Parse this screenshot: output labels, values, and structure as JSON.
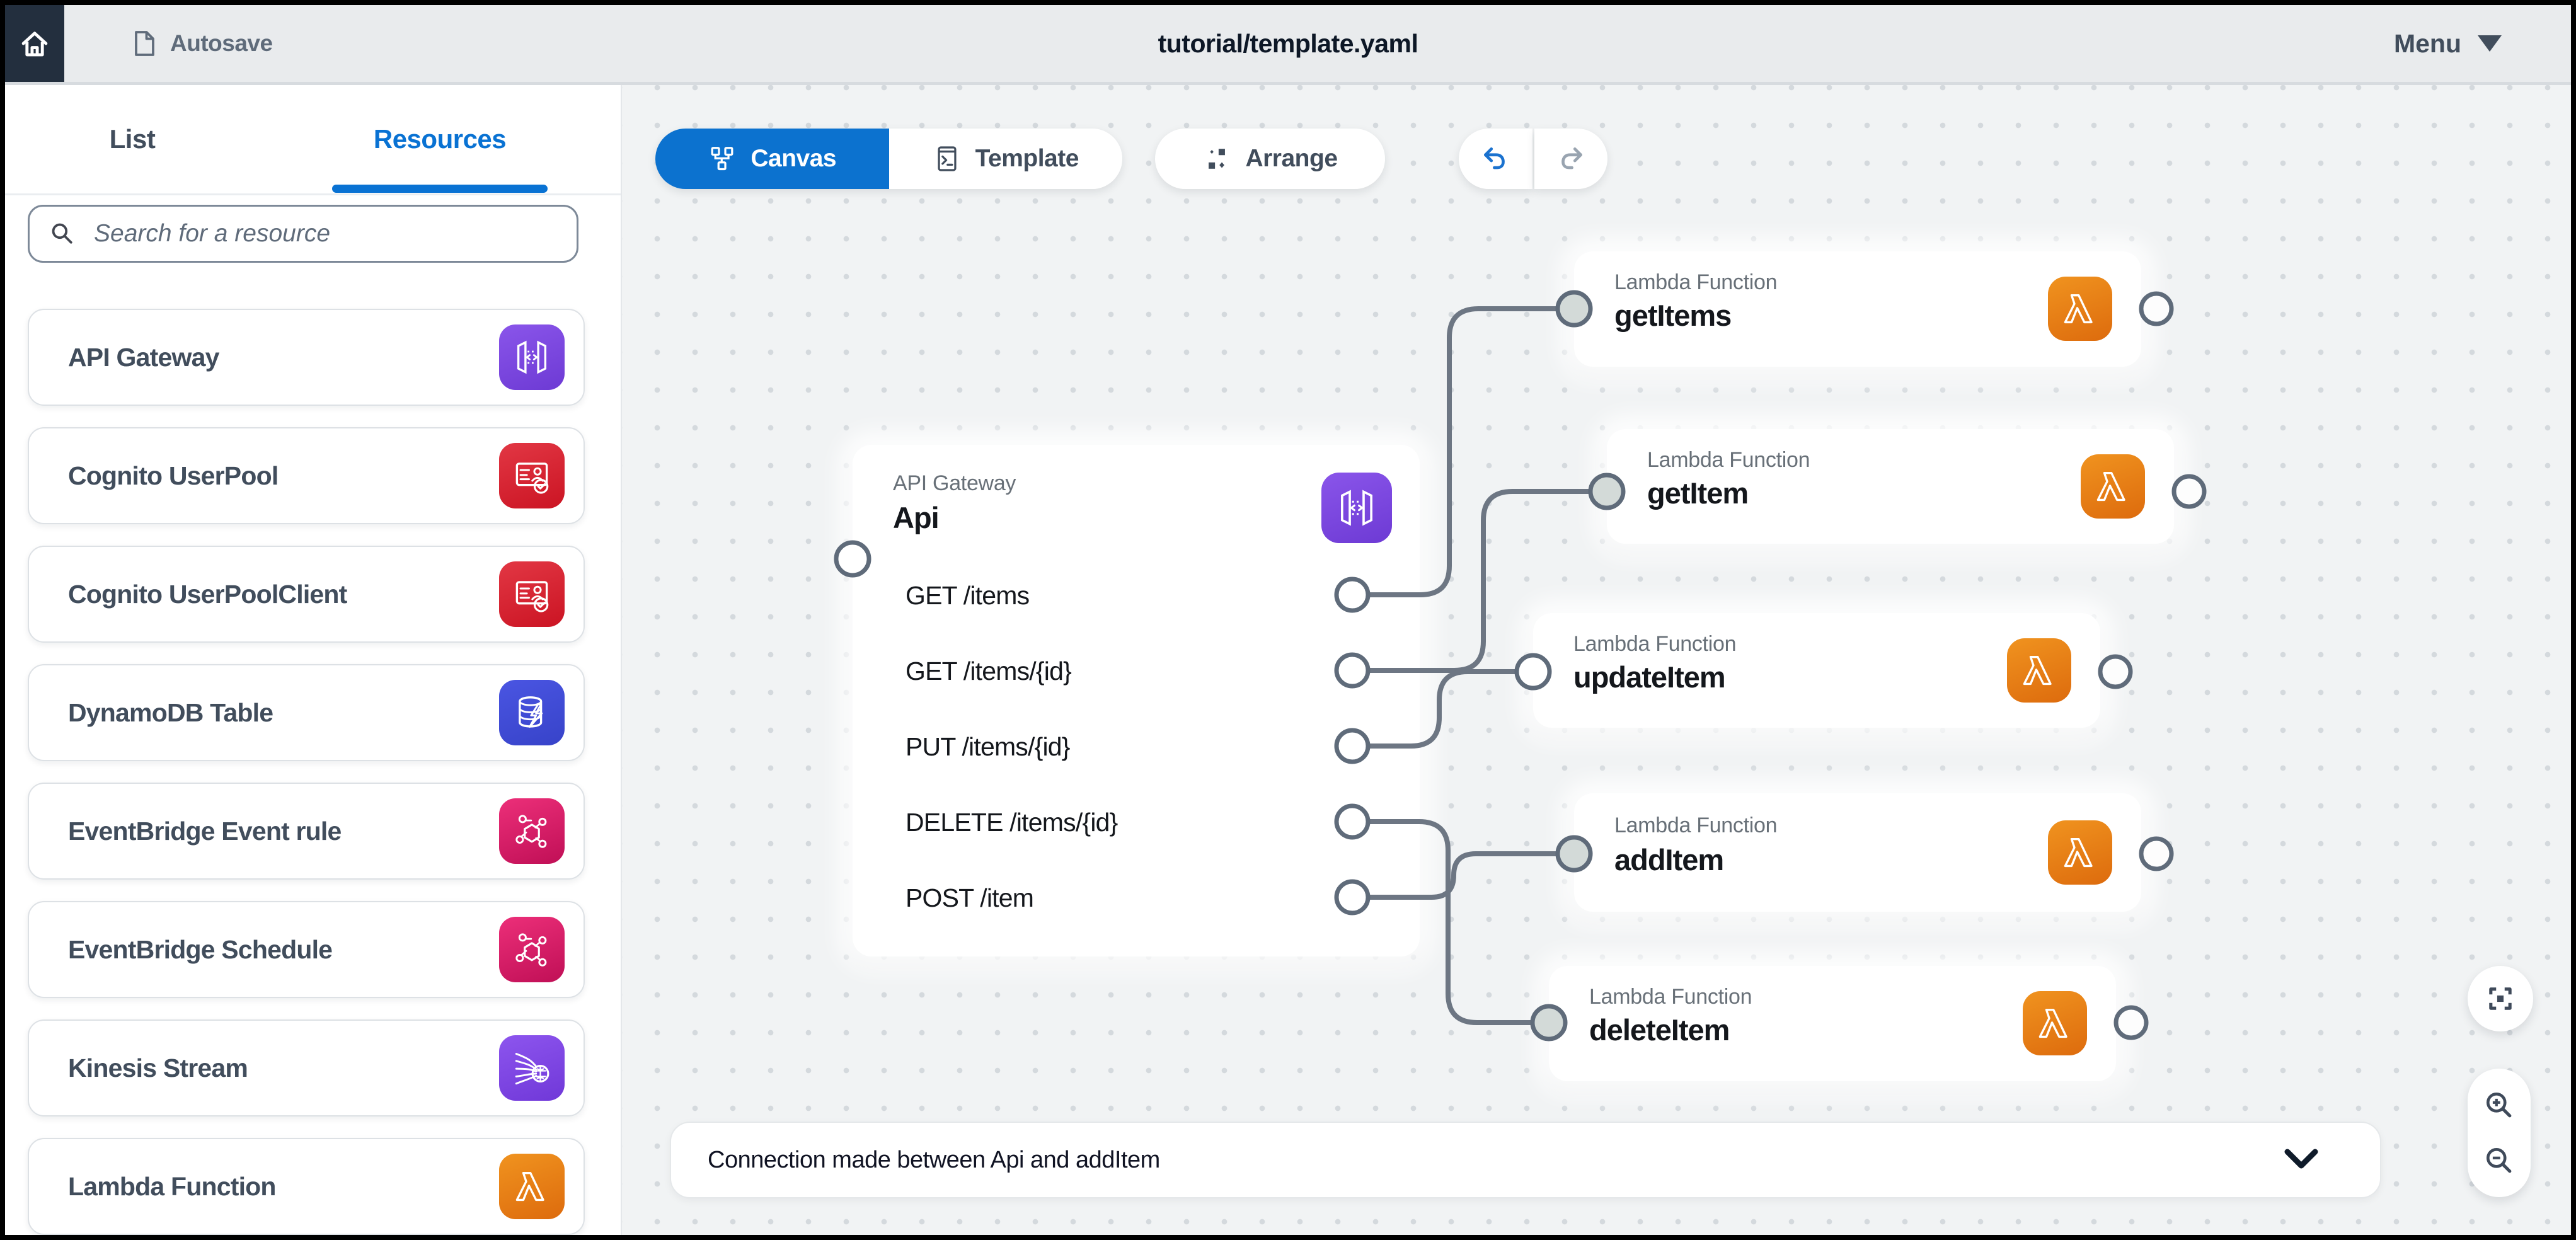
{
  "topbar": {
    "autosave": "Autosave",
    "title": "tutorial/template.yaml",
    "menu": "Menu"
  },
  "sidebar": {
    "tabs": [
      {
        "label": "List",
        "active": false
      },
      {
        "label": "Resources",
        "active": true
      }
    ],
    "search_placeholder": "Search for a resource",
    "resources": [
      {
        "label": "API Gateway",
        "icon": "api-gateway-icon",
        "color": "#7c44e4"
      },
      {
        "label": "Cognito UserPool",
        "icon": "cognito-userpool-icon",
        "color": "#d92536"
      },
      {
        "label": "Cognito UserPoolClient",
        "icon": "cognito-userpool-icon",
        "color": "#d92536"
      },
      {
        "label": "DynamoDB Table",
        "icon": "dynamodb-icon",
        "color": "#3f4ad4"
      },
      {
        "label": "EventBridge Event rule",
        "icon": "eventbridge-icon",
        "color": "#dc1a68"
      },
      {
        "label": "EventBridge Schedule",
        "icon": "eventbridge-icon",
        "color": "#dc1a68"
      },
      {
        "label": "Kinesis Stream",
        "icon": "kinesis-icon",
        "color": "#8048e2"
      },
      {
        "label": "Lambda Function",
        "icon": "lambda-icon",
        "color": "#e8730f"
      }
    ]
  },
  "canvas_toolbar": {
    "canvas": "Canvas",
    "template": "Template",
    "arrange": "Arrange"
  },
  "diagram": {
    "api_node": {
      "type": "API Gateway",
      "name": "Api",
      "routes": [
        "GET /items",
        "GET /items/{id}",
        "PUT /items/{id}",
        "DELETE /items/{id}",
        "POST /item"
      ]
    },
    "lambda_nodes": [
      {
        "type": "Lambda Function",
        "name": "getItems"
      },
      {
        "type": "Lambda Function",
        "name": "getItem"
      },
      {
        "type": "Lambda Function",
        "name": "updateItem"
      },
      {
        "type": "Lambda Function",
        "name": "addItem"
      },
      {
        "type": "Lambda Function",
        "name": "deleteItem"
      }
    ],
    "connections": [
      {
        "from": "GET /items",
        "to": "getItems"
      },
      {
        "from": "GET /items/{id}",
        "to": "getItem"
      },
      {
        "from": "PUT /items/{id}",
        "to": "updateItem"
      },
      {
        "from": "DELETE /items/{id}",
        "to": "deleteItem"
      },
      {
        "from": "POST /item",
        "to": "addItem"
      }
    ]
  },
  "notification": {
    "text": "Connection made between Api and addItem"
  },
  "colors": {
    "accent_blue": "#0972d3",
    "topbar_dark": "#232f3e",
    "canvas_bg": "#f1f3f4",
    "wire": "#6d7683"
  }
}
